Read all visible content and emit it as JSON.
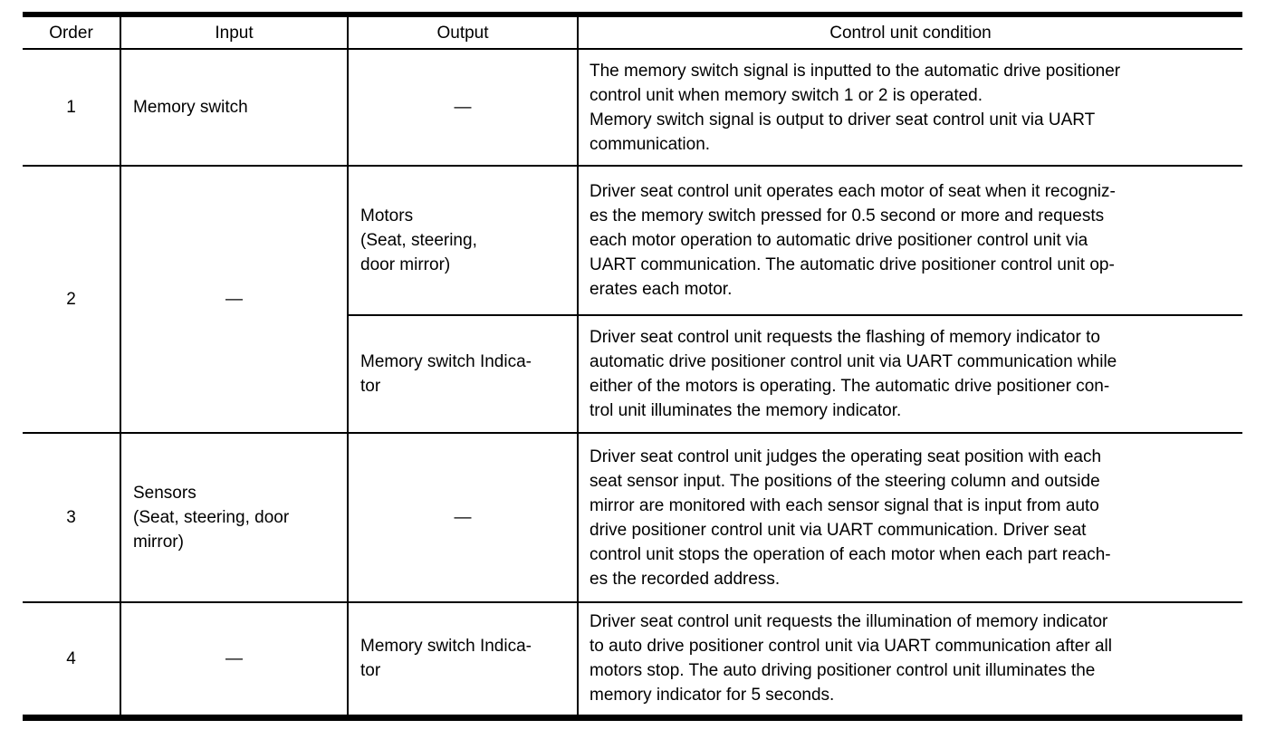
{
  "colors": {
    "background": "#ffffff",
    "border": "#000000",
    "text": "#000000"
  },
  "table": {
    "headers": [
      "Order",
      "Input",
      "Output",
      "Control unit condition"
    ],
    "rows": [
      {
        "order": "1",
        "input": "Memory switch",
        "output": "—",
        "condition": "The memory switch signal is inputted to the automatic drive positioner\ncontrol unit when memory switch 1 or 2 is operated.\nMemory switch signal is output to driver seat control unit via UART\ncommunication."
      },
      {
        "order": "2",
        "input": "—",
        "sub_rows": [
          {
            "output": "Motors\n(Seat, steering,\ndoor mirror)",
            "condition": "Driver seat control unit operates each motor of seat when it recogniz-\nes the memory switch pressed for 0.5 second or more and requests\neach motor operation to automatic drive positioner control unit via\nUART communication. The automatic drive positioner control unit op-\nerates each motor."
          },
          {
            "output": "Memory switch Indica-\ntor",
            "condition": "Driver seat control unit requests the flashing of memory indicator to\nautomatic drive positioner control unit via UART communication while\neither of the motors is operating. The automatic drive positioner con-\ntrol unit illuminates the memory indicator."
          }
        ]
      },
      {
        "order": "3",
        "input": "Sensors\n(Seat, steering, door\nmirror)",
        "output": "—",
        "condition": "Driver seat control unit judges the operating seat position with each\nseat sensor input. The positions of the steering column and outside\nmirror are monitored with each sensor signal that is input from auto\ndrive positioner control unit via UART communication. Driver seat\ncontrol unit stops the operation of each motor when each part reach-\nes the recorded address."
      },
      {
        "order": "4",
        "input": "—",
        "output": "Memory switch Indica-\ntor",
        "condition": "Driver seat control unit requests the illumination of memory indicator\nto auto drive positioner control unit via UART communication after all\nmotors stop. The auto driving positioner control unit illuminates the\nmemory indicator for 5 seconds."
      }
    ]
  }
}
